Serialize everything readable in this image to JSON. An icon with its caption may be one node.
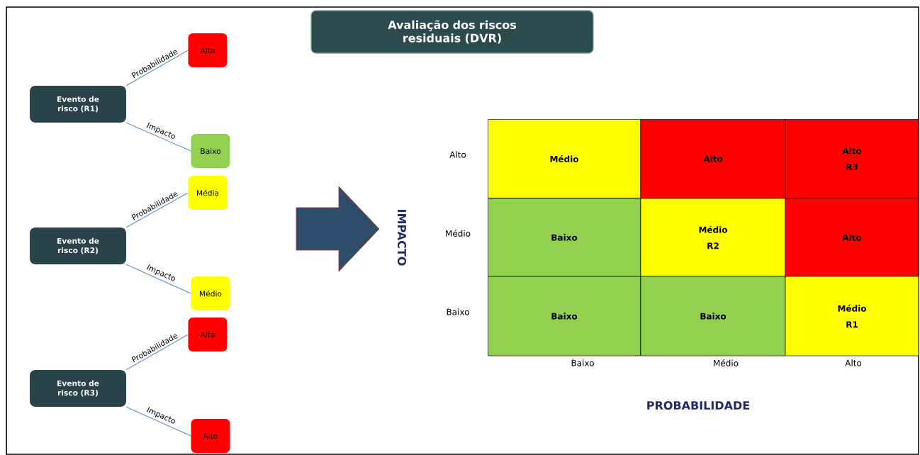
{
  "diagram": {
    "nodes": [
      {
        "text": [
          "Avaliação dos riscos residuais (DVR)"
        ]
      },
      {
        "text": [
          "Evento de risco (R1)"
        ]
      },
      {
        "text": [
          "Alta"
        ]
      },
      {
        "text": [
          "Baixo"
        ]
      },
      {
        "text": [
          "Evento de risco (R2)"
        ]
      },
      {
        "text": [
          "Média"
        ]
      },
      {
        "text": [
          "Médio"
        ]
      },
      {
        "text": [
          "Evento de risco (R3)"
        ]
      },
      {
        "text": [
          "Alta"
        ]
      },
      {
        "text": [
          "Alto"
        ]
      },
      {
        "text": [
          "Médio"
        ]
      },
      {
        "text": [
          "Alto"
        ]
      },
      {
        "text": [
          "Alto",
          "R3"
        ]
      },
      {
        "text": [
          "Baixo"
        ]
      },
      {
        "text": [
          "Médio",
          "R2"
        ]
      },
      {
        "text": [
          "Alto"
        ]
      },
      {
        "text": [
          "Baixo"
        ]
      },
      {
        "text": [
          "Baixo"
        ]
      },
      {
        "text": [
          "Médio",
          "R1"
        ]
      }
    ],
    "edges": [
      {
        "from": 1,
        "to": 2,
        "arrow": "none",
        "label": "Probabilidade"
      },
      {
        "from": 1,
        "to": 3,
        "arrow": "none",
        "label": "Impacto"
      },
      {
        "from": 4,
        "to": 5,
        "arrow": "none",
        "label": "Probabilidade"
      },
      {
        "from": 4,
        "to": 6,
        "arrow": "none",
        "label": "Impacto"
      },
      {
        "from": 7,
        "to": 8,
        "arrow": "none",
        "label": "Probabilidade"
      },
      {
        "from": 7,
        "to": 9,
        "arrow": "none",
        "label": "Impacto"
      }
    ],
    "labels": [
      "IMPACTO",
      "Alto",
      "Médio",
      "Baixo",
      "Baixo",
      "Médio",
      "Alto",
      "PROBABILIDADE"
    ]
  }
}
